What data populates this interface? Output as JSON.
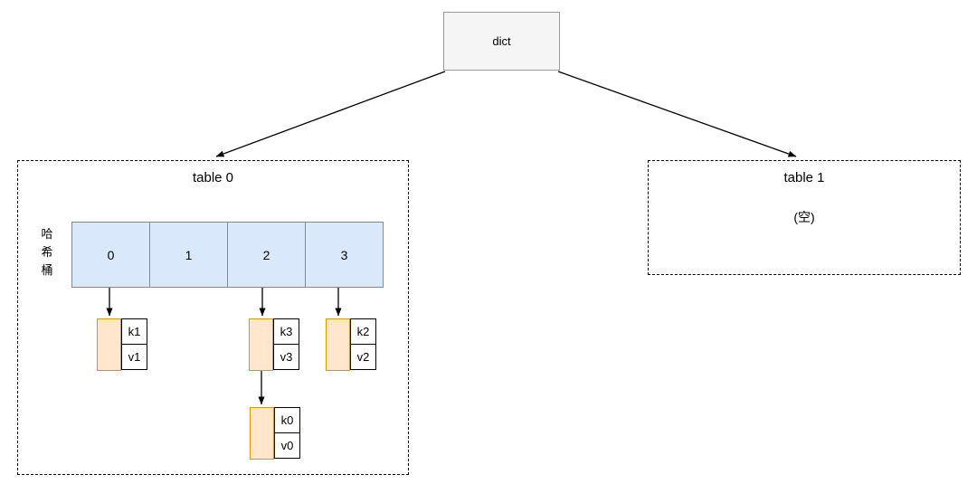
{
  "dict_box": {
    "label": "dict"
  },
  "table0": {
    "title": "table 0",
    "bucket_axis_label": "哈希桶",
    "buckets": [
      "0",
      "1",
      "2",
      "3"
    ],
    "nodes": [
      {
        "key": "k1",
        "value": "v1"
      },
      {
        "key": "k3",
        "value": "v3"
      },
      {
        "key": "k2",
        "value": "v2"
      },
      {
        "key": "k0",
        "value": "v0"
      }
    ]
  },
  "table1": {
    "title": "table 1",
    "empty_label": "(空)"
  },
  "edges": [
    {
      "from": "dict",
      "to": "table0"
    },
    {
      "from": "dict",
      "to": "table1"
    },
    {
      "from": "bucket-0",
      "to": "node-k1v1"
    },
    {
      "from": "bucket-2",
      "to": "node-k3v3"
    },
    {
      "from": "bucket-3",
      "to": "node-k2v2"
    },
    {
      "from": "node-k3v3",
      "to": "node-k0v0"
    }
  ],
  "colors": {
    "dict-fill": "#f5f5f5",
    "dict-stroke": "#999999",
    "bucket-fill": "#dae8fc",
    "bucket-stroke": "#6c8ebf",
    "node-fill": "#ffe6cc",
    "node-stroke": "#d79b00",
    "cell-stroke": "#000000",
    "line-color": "#000000"
  }
}
